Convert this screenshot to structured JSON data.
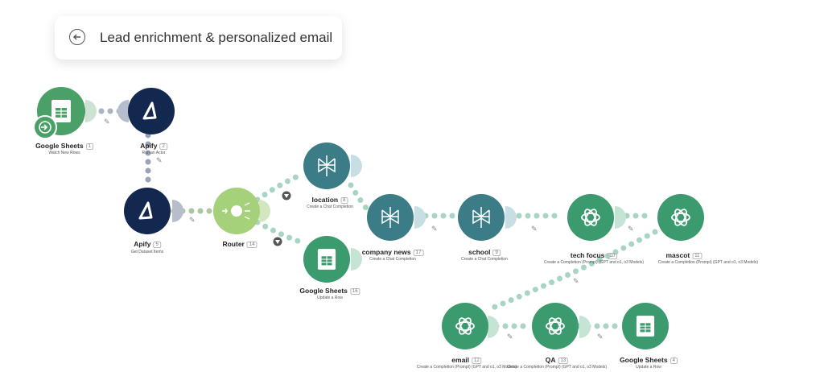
{
  "header": {
    "title": "Lead enrichment & personalized email",
    "back_icon": "arrow-left-icon"
  },
  "colors": {
    "sheets": "#4aa066",
    "apify": "#13284f",
    "perplexity": "#3b7c86",
    "openai": "#3b9a6e",
    "router": "#a5d17a"
  },
  "modules": [
    {
      "id": "sheets-watch",
      "name": "Google Sheets",
      "num": "1",
      "action": "Watch New Rows"
    },
    {
      "id": "apify-run",
      "name": "Apify",
      "num": "2",
      "action": "Run an Actor"
    },
    {
      "id": "apify-get",
      "name": "Apify",
      "num": "5",
      "action": "Get Dataset Items"
    },
    {
      "id": "router",
      "name": "Router",
      "num": "14",
      "action": ""
    },
    {
      "id": "location",
      "name": "location",
      "num": "8",
      "action": "Create a Chat Completion"
    },
    {
      "id": "sheets-update-1",
      "name": "Google Sheets",
      "num": "16",
      "action": "Update a Row"
    },
    {
      "id": "company-news",
      "name": "company news",
      "num": "17",
      "action": "Create a Chat Completion"
    },
    {
      "id": "school",
      "name": "school",
      "num": "9",
      "action": "Create a Chat Completion"
    },
    {
      "id": "tech-focus",
      "name": "tech focus",
      "num": "10",
      "action": "Create a Completion (Prompt) (GPT and o1, o3 Models)"
    },
    {
      "id": "mascot",
      "name": "mascot",
      "num": "11",
      "action": "Create a Completion (Prompt) (GPT and o1, o3 Models)"
    },
    {
      "id": "email",
      "name": "email",
      "num": "12",
      "action": "Create a Completion (Prompt) (GPT and o1, o3 Models)"
    },
    {
      "id": "qa",
      "name": "QA",
      "num": "13",
      "action": "Create a Completion (Prompt) (GPT and o1, o3 Models)"
    },
    {
      "id": "sheets-update-2",
      "name": "Google Sheets",
      "num": "4",
      "action": "Update a Row"
    }
  ]
}
